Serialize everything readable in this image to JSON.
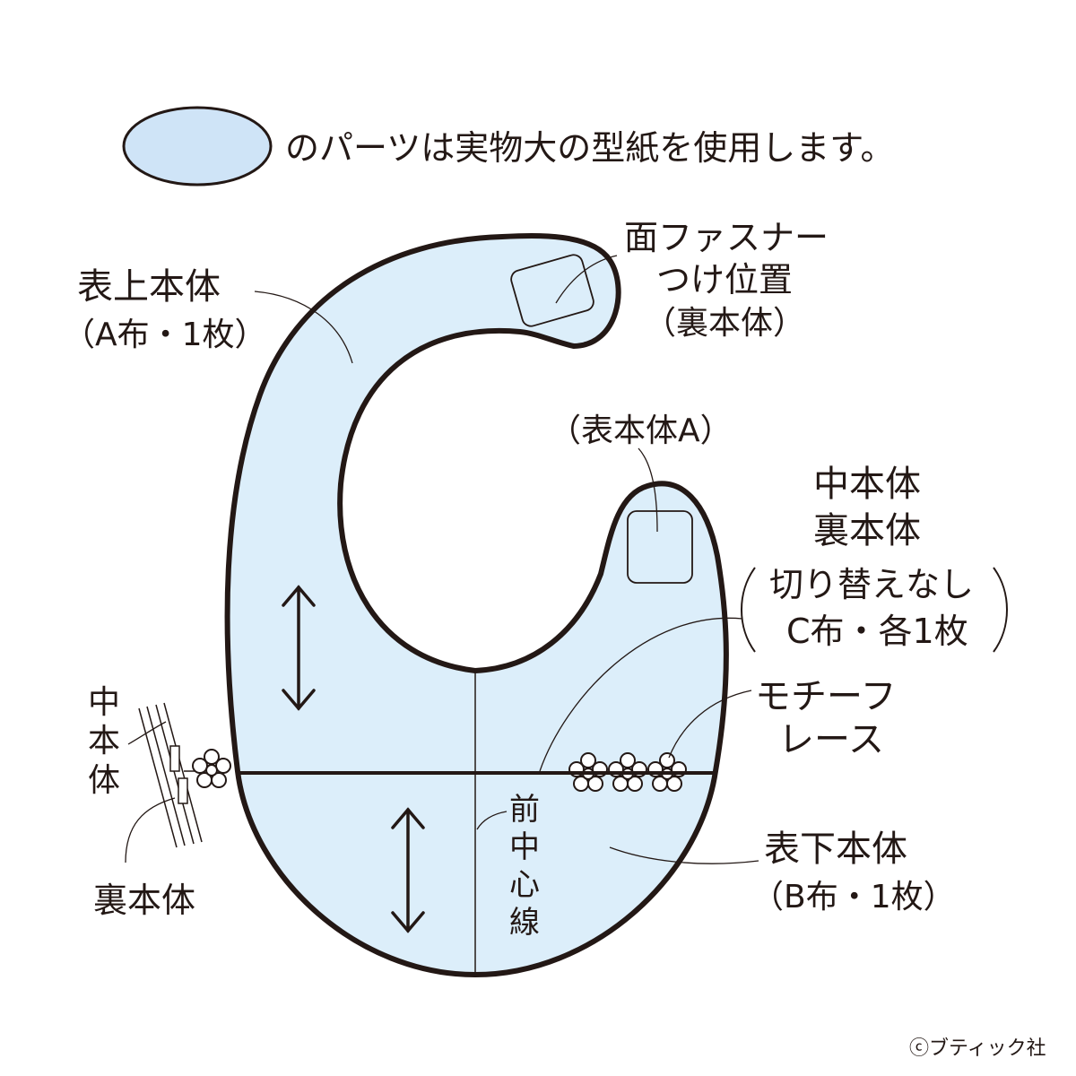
{
  "legend": {
    "text": "のパーツは実物大の型紙を使用します。",
    "swatch_icon": "pale-blue-oval-swatch"
  },
  "labels": {
    "top_body": [
      "表上本体",
      "（A布・1枚）"
    ],
    "fastener": [
      "面ファスナー",
      "つけ位置",
      "（裏本体）"
    ],
    "front_body_a": "（表本体A）",
    "middle_lining": [
      "中本体",
      "裏本体"
    ],
    "no_switch": [
      "切り替えなし",
      "C布・各1枚"
    ],
    "motif_lace": [
      "モチーフ",
      "レース"
    ],
    "bottom_body": [
      "表下本体",
      "（B布・1枚）"
    ],
    "center_line": [
      "前",
      "中",
      "心",
      "線"
    ],
    "side_middle": [
      "中",
      "本",
      "体"
    ],
    "side_back": "裏本体",
    "copyright": "ⓒブティック社"
  },
  "colors": {
    "fabric_fill": "#dceefa",
    "swatch_fill": "#cfe4f7",
    "outline": "#231815"
  }
}
